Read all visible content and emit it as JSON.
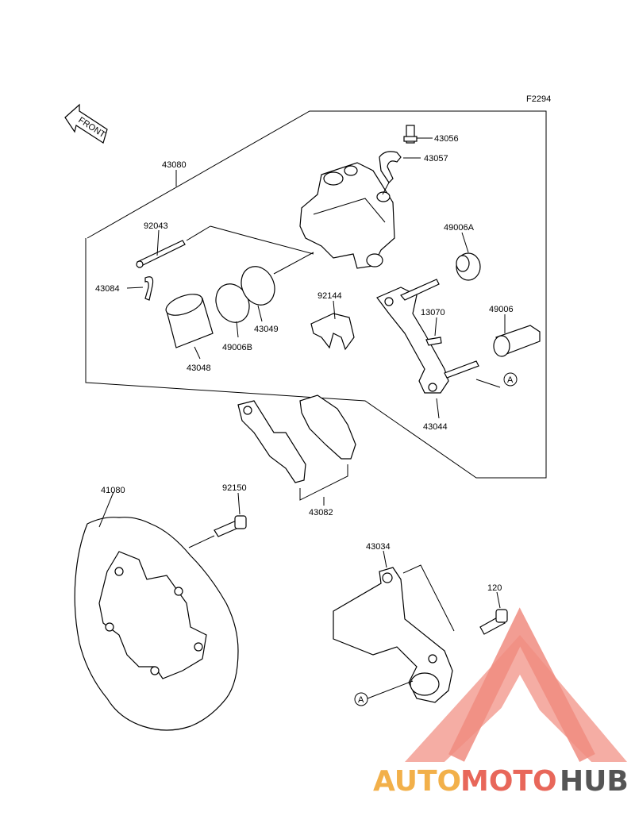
{
  "diagram_code": "F2294",
  "front_label": "FRONT",
  "circle_marker": "A",
  "parts": {
    "p43056": "43056",
    "p43057": "43057",
    "p43080": "43080",
    "p92043": "92043",
    "p49006A": "49006A",
    "p43084": "43084",
    "p92144": "92144",
    "p13070": "13070",
    "p49006": "49006",
    "p43049": "43049",
    "p49006B": "49006B",
    "p43048": "43048",
    "p43044": "43044",
    "p41080": "41080",
    "p92150": "92150",
    "p43082": "43082",
    "p43034": "43034",
    "p120": "120"
  },
  "watermark": {
    "part1": "AUTO",
    "part2": "MOTO",
    "part3": "HUB",
    "color_triangle": "#f08c80",
    "color_auto": "#f2b04a",
    "color_moto": "#e8675a",
    "color_hub": "#555555"
  }
}
